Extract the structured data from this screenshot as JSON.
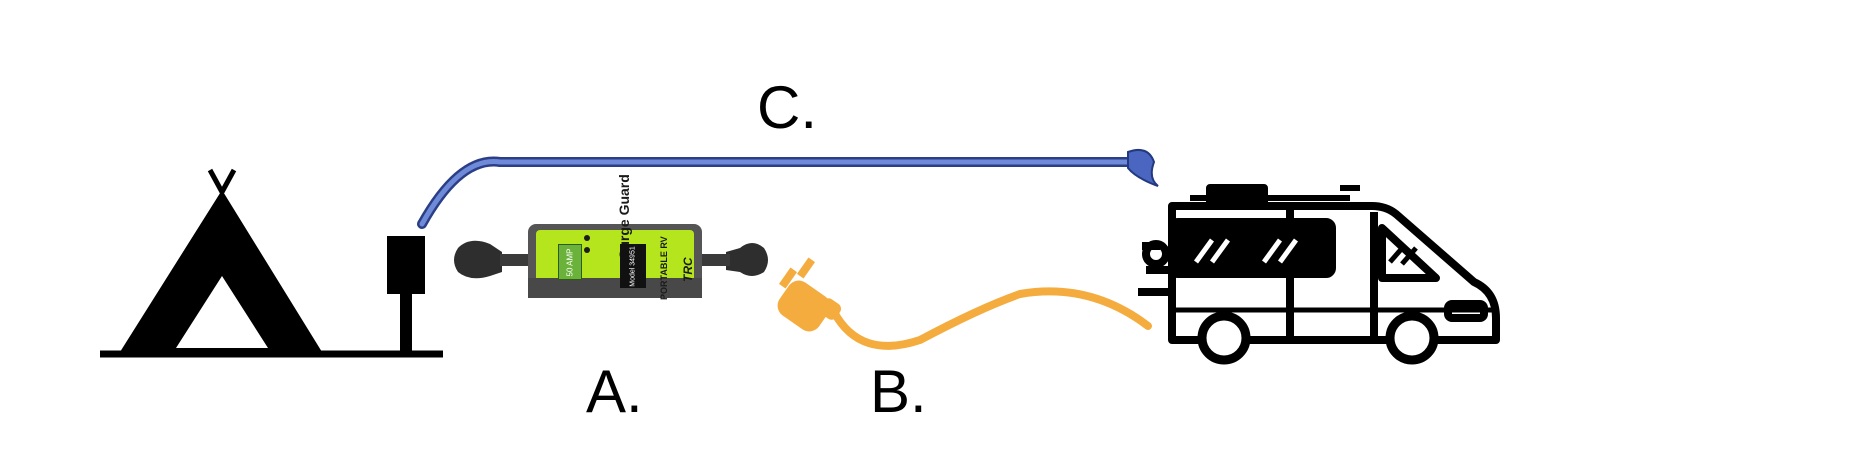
{
  "labels": {
    "a": "A.",
    "b": "B.",
    "c": "C."
  },
  "surge_guard": {
    "brand_text": "Surge Guard",
    "subtitle_text": "PORTABLE RV",
    "logo_text": "TRC",
    "model_text": "50 AMP",
    "display_text": "Model 34951"
  },
  "icons": {
    "tent": "tent-icon",
    "pedestal": "power-pedestal-icon",
    "surge_protector": "surge-protector-icon",
    "plug": "plug-icon",
    "rv": "rv-van-icon",
    "arrow": "arrow-icon"
  },
  "colors": {
    "ink": "#000000",
    "blue_cable": "#5a74c8",
    "orange_cable": "#f5ac3e",
    "device_green": "#b5e61d",
    "device_gray": "#4a4a4a"
  }
}
